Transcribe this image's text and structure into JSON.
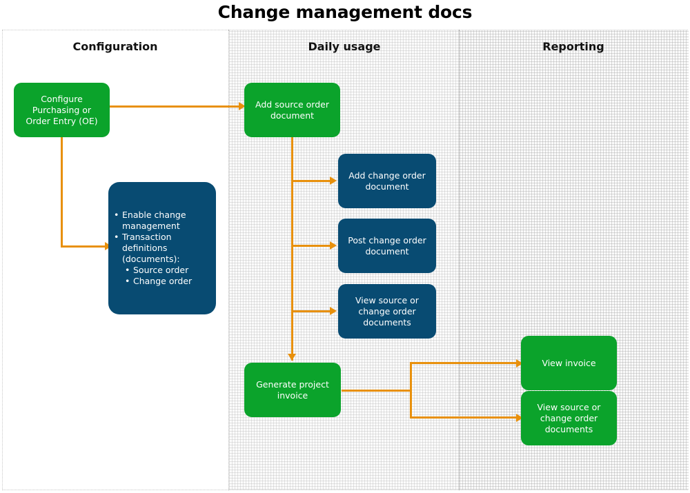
{
  "title": "Change management docs",
  "lanes": [
    {
      "id": "configuration",
      "label": "Configuration"
    },
    {
      "id": "daily-usage",
      "label": "Daily usage"
    },
    {
      "id": "reporting",
      "label": "Reporting"
    }
  ],
  "nodes": {
    "configure_po_oe": "Configure Purchasing or Order Entry (OE)",
    "add_source_order": "Add source order document",
    "add_change_order": "Add change order document",
    "post_change_order": "Post change order document",
    "view_source_change_mid": "View source or change order documents",
    "generate_project_invoice": "Generate project invoice",
    "view_invoice": "View invoice",
    "view_source_change_right": "View source or change order documents"
  },
  "settings_box": {
    "bullets": [
      {
        "text": "Enable change management",
        "children": []
      },
      {
        "text": "Transaction definitions (documents):",
        "children": [
          "Source order",
          "Change order"
        ]
      }
    ],
    "b1": "Enable change management",
    "b2": "Transaction definitions (documents):",
    "b2a": "Source order",
    "b2b": "Change order",
    "marker": "•"
  },
  "colors": {
    "green": "#0ba32b",
    "blue": "#084b72",
    "orange": "#e8900c",
    "lane_divider": "#b4b4b4",
    "text_dark": "#121212"
  }
}
